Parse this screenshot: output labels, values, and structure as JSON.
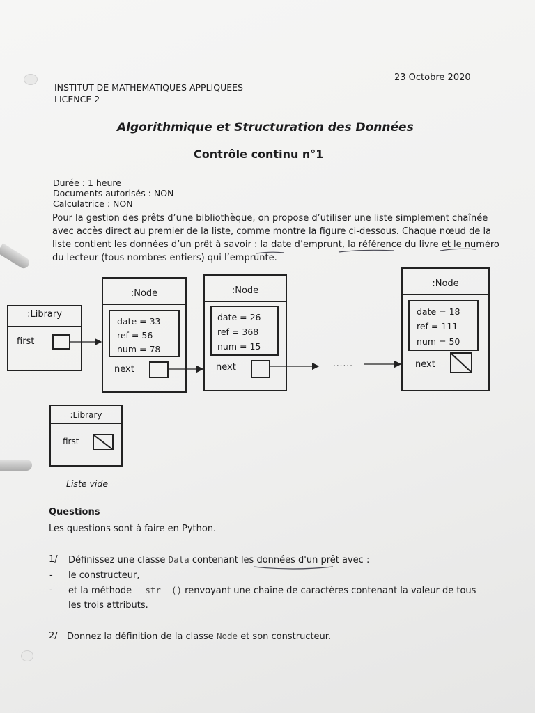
{
  "header": {
    "date": "23 Octobre 2020",
    "institute": "INSTITUT DE MATHEMATIQUES APPLIQUEES",
    "level": "LICENCE 2"
  },
  "title": {
    "main": "Algorithmique et Structuration des Données",
    "sub": "Contrôle continu n°1"
  },
  "info": [
    "Durée : 1 heure",
    "Documents autorisés : NON",
    "Calculatrice : NON"
  ],
  "intro": [
    "Pour la gestion des prêts d’une bibliothèque, on propose d’utiliser une liste simplement chaînée",
    "avec accès direct au premier de la liste, comme montre la figure ci-dessous. Chaque nœud de la",
    "liste contient les données d’un prêt à savoir : la date d’emprunt, la référence du livre et le numéro",
    "du lecteur (tous nombres entiers) qui l’emprunte."
  ],
  "diagram": {
    "library": {
      "title": ":Library",
      "field": "first"
    },
    "nodes": [
      {
        "title": ":Node",
        "date": "date = 33",
        "ref": "ref = 56",
        "num": "num = 78",
        "next": "next"
      },
      {
        "title": ":Node",
        "date": "date = 26",
        "ref": "ref = 368",
        "num": "num = 15",
        "next": "next"
      },
      {
        "title": ":Node",
        "date": "date = 18",
        "ref": "ref = 111",
        "num": "num = 50",
        "next": "next"
      }
    ],
    "ellipsis": "......",
    "empty_library": {
      "title": ":Library",
      "field": "first"
    },
    "empty_caption": "Liste vide"
  },
  "questions": {
    "heading": "Questions",
    "intro": "Les questions sont à faire en Python.",
    "q1": {
      "num": "1/",
      "text_a": "Définissez une classe",
      "code": "Data",
      "text_b": "contenant les données d'un prêt avec :",
      "bullet_dash": "-",
      "bullet1": "le constructeur,",
      "bullet2_a": "et la méthode",
      "bullet2_code": "__str__()",
      "bullet2_b": "renvoyant une chaîne de caractères contenant la valeur de tous",
      "bullet2_c": "les trois attributs."
    },
    "q2": {
      "num": "2/",
      "text_a": "Donnez la définition de la classe",
      "code": "Node",
      "text_b": "et son constructeur."
    }
  }
}
